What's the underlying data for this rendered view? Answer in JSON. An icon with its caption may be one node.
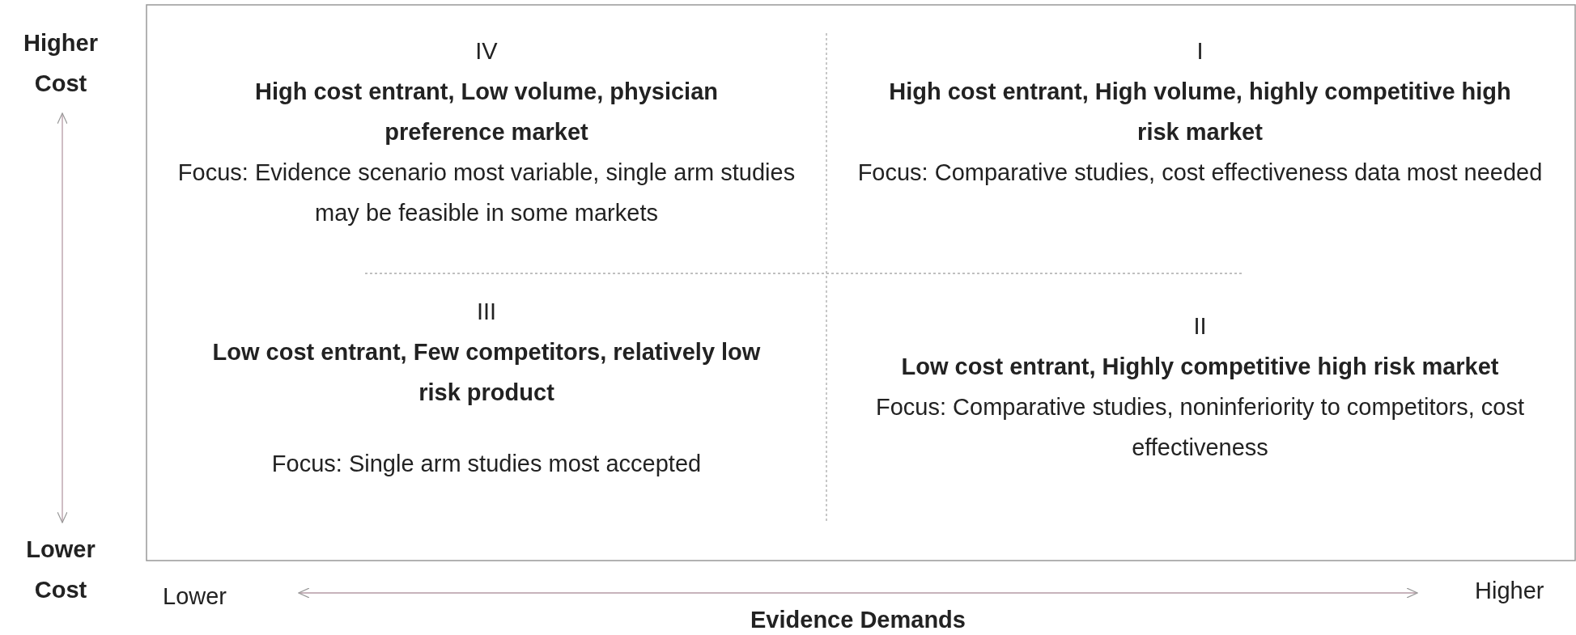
{
  "diagram": {
    "nodes": [
      {
        "text": [
          "IV",
          "High cost entrant, Low volume, physician preference market",
          "Focus: Evidence scenario most variable, single arm studies may be feasible in some markets"
        ]
      },
      {
        "text": [
          "I",
          "High cost entrant, High volume, highly competitive high risk market",
          "Focus: Comparative studies, cost effectiveness data most needed"
        ]
      },
      {
        "text": [
          "III",
          "Low cost entrant, Few competitors, relatively low risk product",
          "Focus: Single arm studies most accepted"
        ]
      },
      {
        "text": [
          "II",
          "Low cost entrant, Highly competitive high risk market",
          "Focus: Comparative studies, noninferiority to competitors, cost effectiveness"
        ]
      }
    ],
    "edges": [],
    "labels": [
      "Higher Cost",
      "Lower Cost",
      "Lower",
      "Higher",
      "Evidence Demands"
    ]
  }
}
